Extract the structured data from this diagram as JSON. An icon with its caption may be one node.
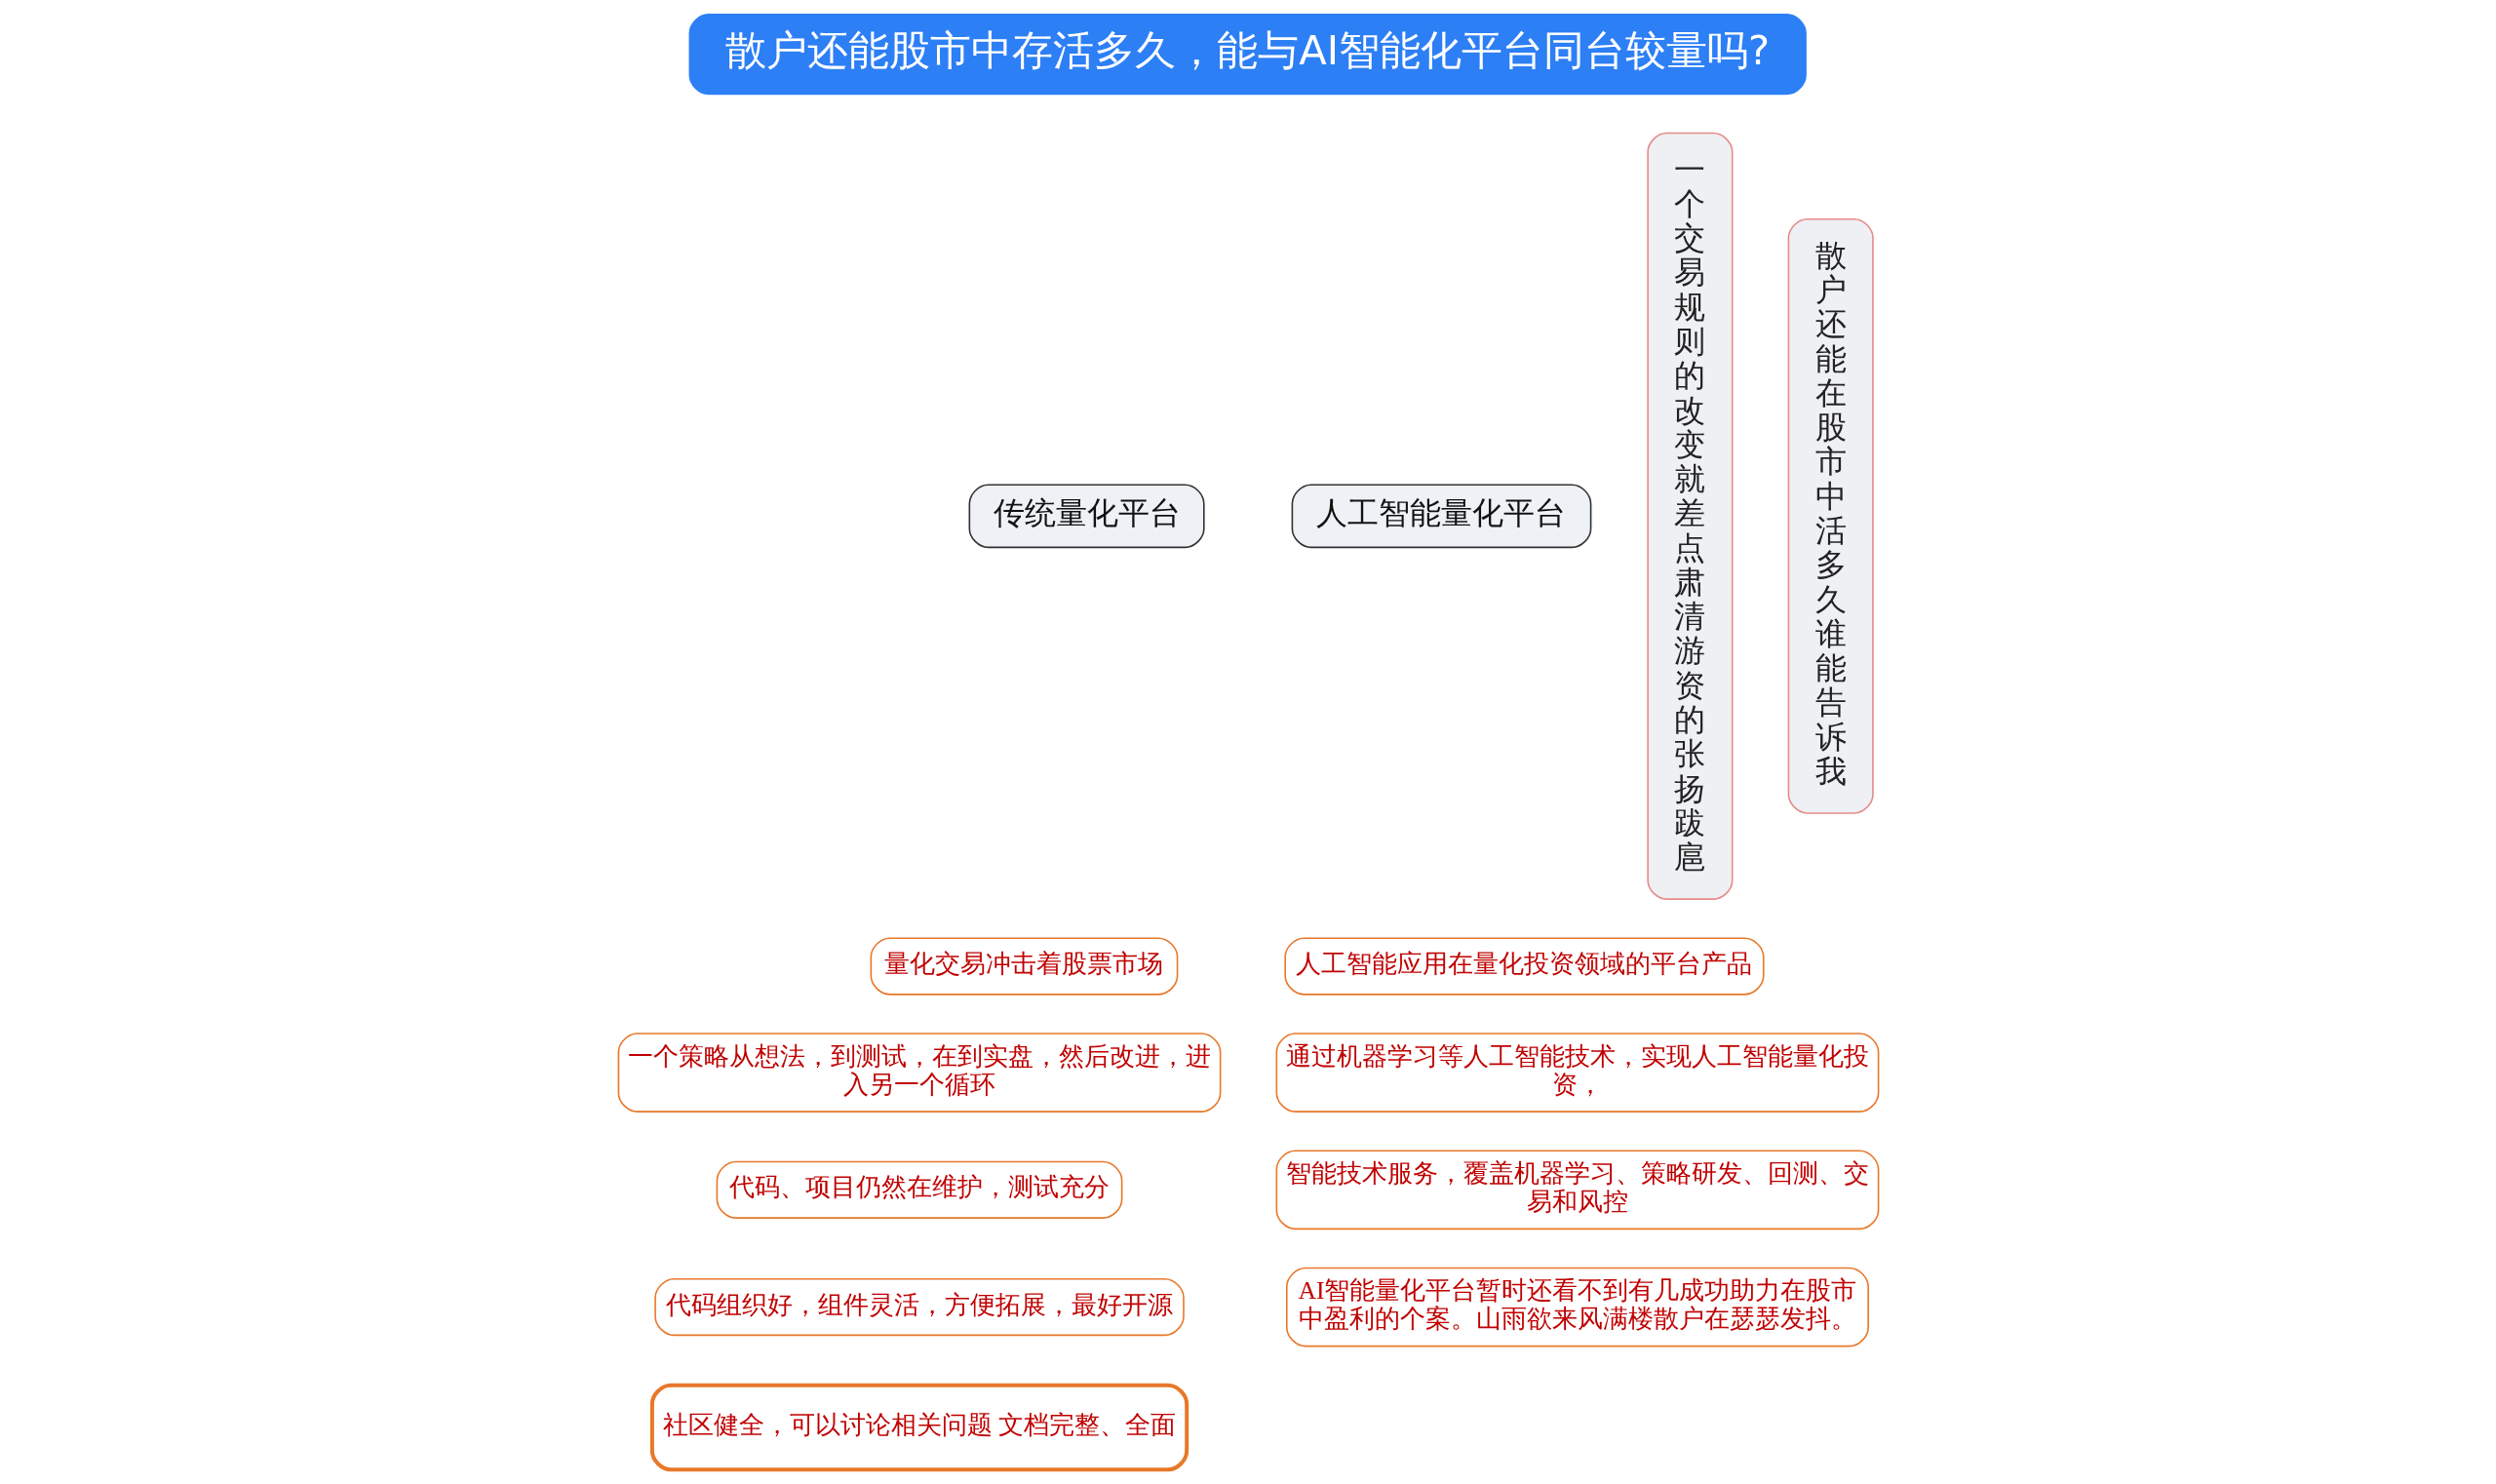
{
  "diagram": {
    "nodes": [
      {
        "text": [
          "散户还能股市中存活多久，能与AI智能化平台同台较量吗?"
        ]
      },
      {
        "text": [
          "传统量化平台"
        ]
      },
      {
        "text": [
          "量化交易冲击着股票市场"
        ]
      },
      {
        "text": [
          "一个策略从想法，到测试，在到实盘，然后改进，进入另一个循环"
        ]
      },
      {
        "text": [
          "代码、项目仍然在维护，测试充分"
        ]
      },
      {
        "text": [
          "代码组织好，组件灵活，方便拓展，最好开源"
        ]
      },
      {
        "text": [
          "社区健全，可以讨论相关问题 文档完整、全面"
        ]
      },
      {
        "text": [
          "人工智能量化平台"
        ]
      },
      {
        "text": [
          "人工智能应用在量化投资领域的平台产品"
        ]
      },
      {
        "text": [
          "通过机器学习等人工智能技术，实现人工智能量化投资，"
        ]
      },
      {
        "text": [
          "智能技术服务，覆盖机器学习、策略研发、回测、交易和风控"
        ]
      },
      {
        "text": [
          "AI智能量化平台暂时还看不到有几成功助力在股市中盈利的个案。山雨欲来风满楼散户在瑟瑟发抖。"
        ]
      },
      {
        "text": [
          "一个交易规则的改变就差点肃清游资的张扬跋扈"
        ]
      },
      {
        "text": [
          "散户还能在股市中活多久谁能告诉我"
        ]
      }
    ],
    "edges": []
  }
}
